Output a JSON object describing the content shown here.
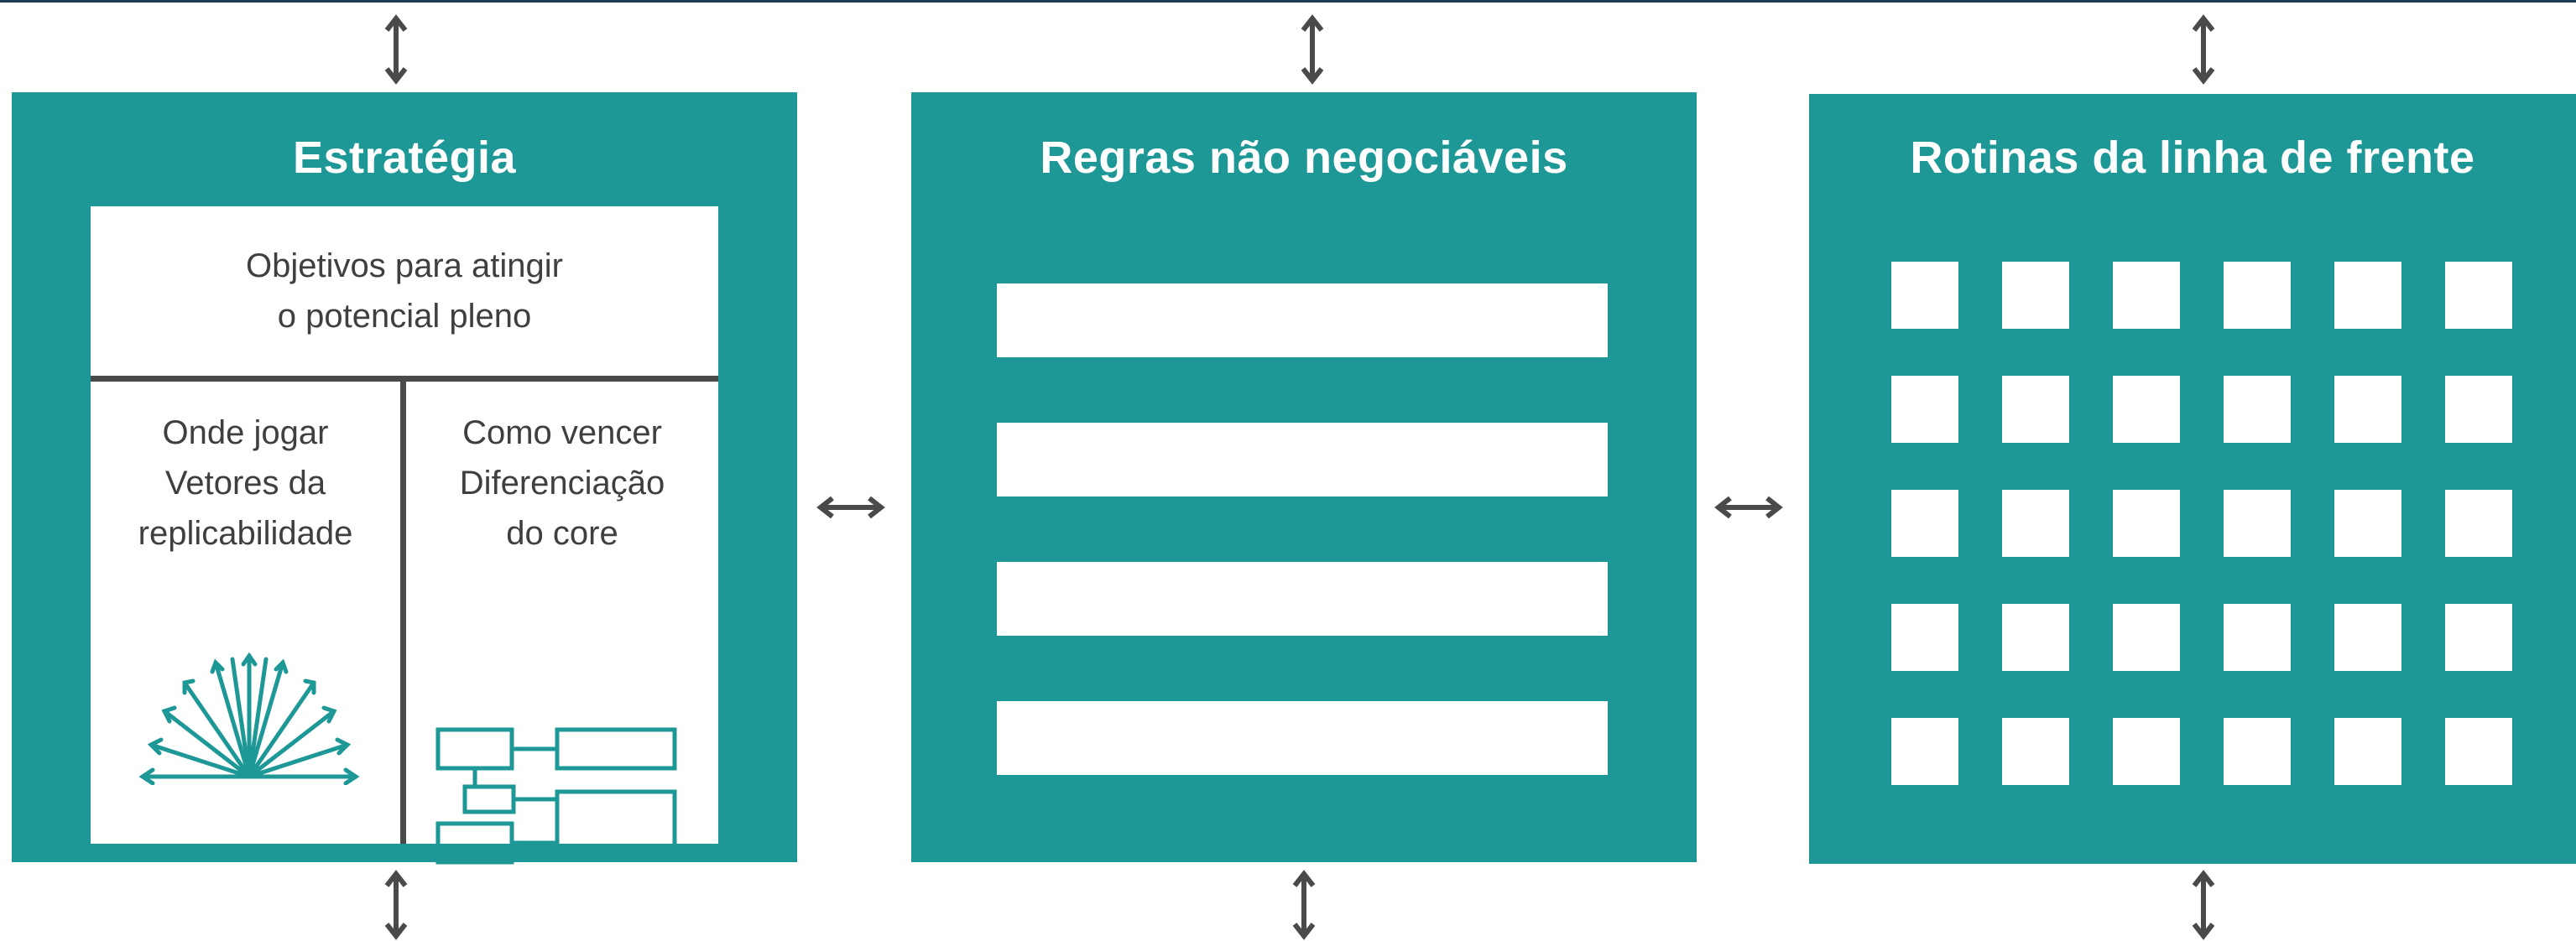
{
  "strategy": {
    "title": "Estratégia",
    "objectives_line1": "Objetivos para atingir",
    "objectives_line2": "o potencial pleno",
    "where_to_play": [
      "Onde jogar",
      "Vetores da",
      "replicabilidade"
    ],
    "how_to_win": [
      "Como vencer",
      "Diferenciação",
      "do core"
    ],
    "where_icon": "fan-arrows-icon",
    "how_icon": "linked-blocks-icon"
  },
  "rules": {
    "title": "Regras não negociáveis",
    "bar_count": 4
  },
  "routines": {
    "title": "Rotinas da linha de frente",
    "rows": 5,
    "cols": 6
  },
  "connectors": {
    "vertical_icon": "double-arrow-vertical-icon",
    "horizontal_icon": "double-arrow-horizontal-icon"
  },
  "colors": {
    "panel_teal": "#1e9797",
    "arrow_gray": "#4a4a4a",
    "text_gray": "#3f3f3f",
    "top_rule": "#1f3b5a"
  }
}
